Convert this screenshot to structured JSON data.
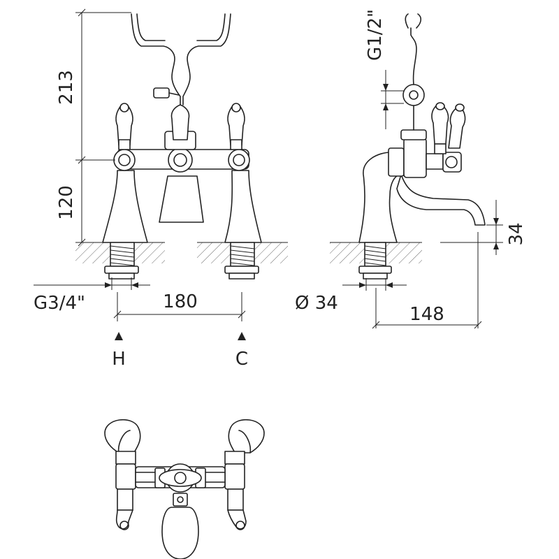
{
  "dimensions": {
    "height_upper": "213",
    "height_lower": "120",
    "inlet_thread": "G3/4\"",
    "centres": "180",
    "handset_thread": "G1/2\"",
    "spout_height": "34",
    "diameter": "Ø 34",
    "projection": "148"
  },
  "supplies": {
    "hot": "H",
    "cold": "C"
  },
  "colors": {
    "line": "#222222",
    "background": "#ffffff"
  }
}
